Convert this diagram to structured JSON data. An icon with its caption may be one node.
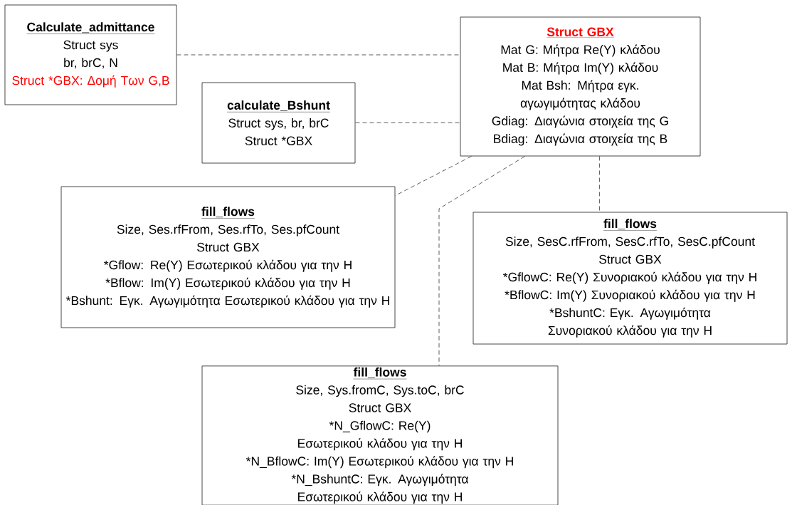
{
  "diagram": {
    "nodes": [
      {
        "text": [
          "Calculate_admittance",
          "Struct sys",
          "br, brC, N",
          "Struct *GBX: Δομή Των G,B"
        ]
      },
      {
        "text": [
          "Struct GBX",
          "Mat G: Μήτρα Re(Y) κλάδου",
          "Mat B: Μήτρα Im(Y) κλάδου",
          "Mat Bsh: Μήτρα εγκ. αγωγιμότητας κλάδου",
          "Gdiag: Διαγώνια στοιχεία της G",
          "Bdiag: Διαγώνια στοιχεία της B"
        ]
      },
      {
        "text": [
          "calculate_Bshunt",
          "Struct sys, br, brC",
          "Struct *GBX"
        ]
      },
      {
        "text": [
          "fill_flows",
          "Size, Ses.rfFrom, Ses.rfTo, Ses.pfCount",
          "Struct GBX",
          "*Gflow: Re(Y) Εσωτερικού κλάδου για την H",
          "*Bflow: Im(Y) Εσωτερικού κλάδου για την H",
          "*Bshunt: Εγκ. Αγωγιμότητα Εσωτερικού κλάδου για την H"
        ]
      },
      {
        "text": [
          "fill_flows",
          "Size, SesC.rfFrom, SesC.rfTo, SesC.pfCount",
          "Struct GBX",
          "*GflowC: Re(Y) Συνοριακού κλάδου για την H",
          "*BflowC: Im(Y) Συνοριακού κλάδου για την H",
          "*BshuntC: Εγκ. Αγωγιμότητα Συνοριακού κλάδου για την H"
        ]
      },
      {
        "text": [
          "fill_flows",
          "Size, Sys.fromC, Sys.toC, brC",
          "Struct GBX",
          "*N_GflowC: Re(Y) Εσωτερικού κλάδου για την H",
          "*N_BflowC: Im(Y) Εσωτερικού κλάδου για την H",
          "*N_BshuntC: Εγκ. Αγωγιμότητα Εσωτερικού κλάδου για την H"
        ]
      }
    ],
    "edges": [
      {
        "from": 0,
        "to": 1,
        "arrow": "none",
        "style": "dashed"
      },
      {
        "from": 2,
        "to": 1,
        "arrow": "none",
        "style": "dashed"
      },
      {
        "from": 1,
        "to": 3,
        "arrow": "none",
        "style": "dashed"
      },
      {
        "from": 1,
        "to": 5,
        "arrow": "none",
        "style": "dashed"
      },
      {
        "from": 1,
        "to": 4,
        "arrow": "none",
        "style": "dashed"
      }
    ]
  }
}
